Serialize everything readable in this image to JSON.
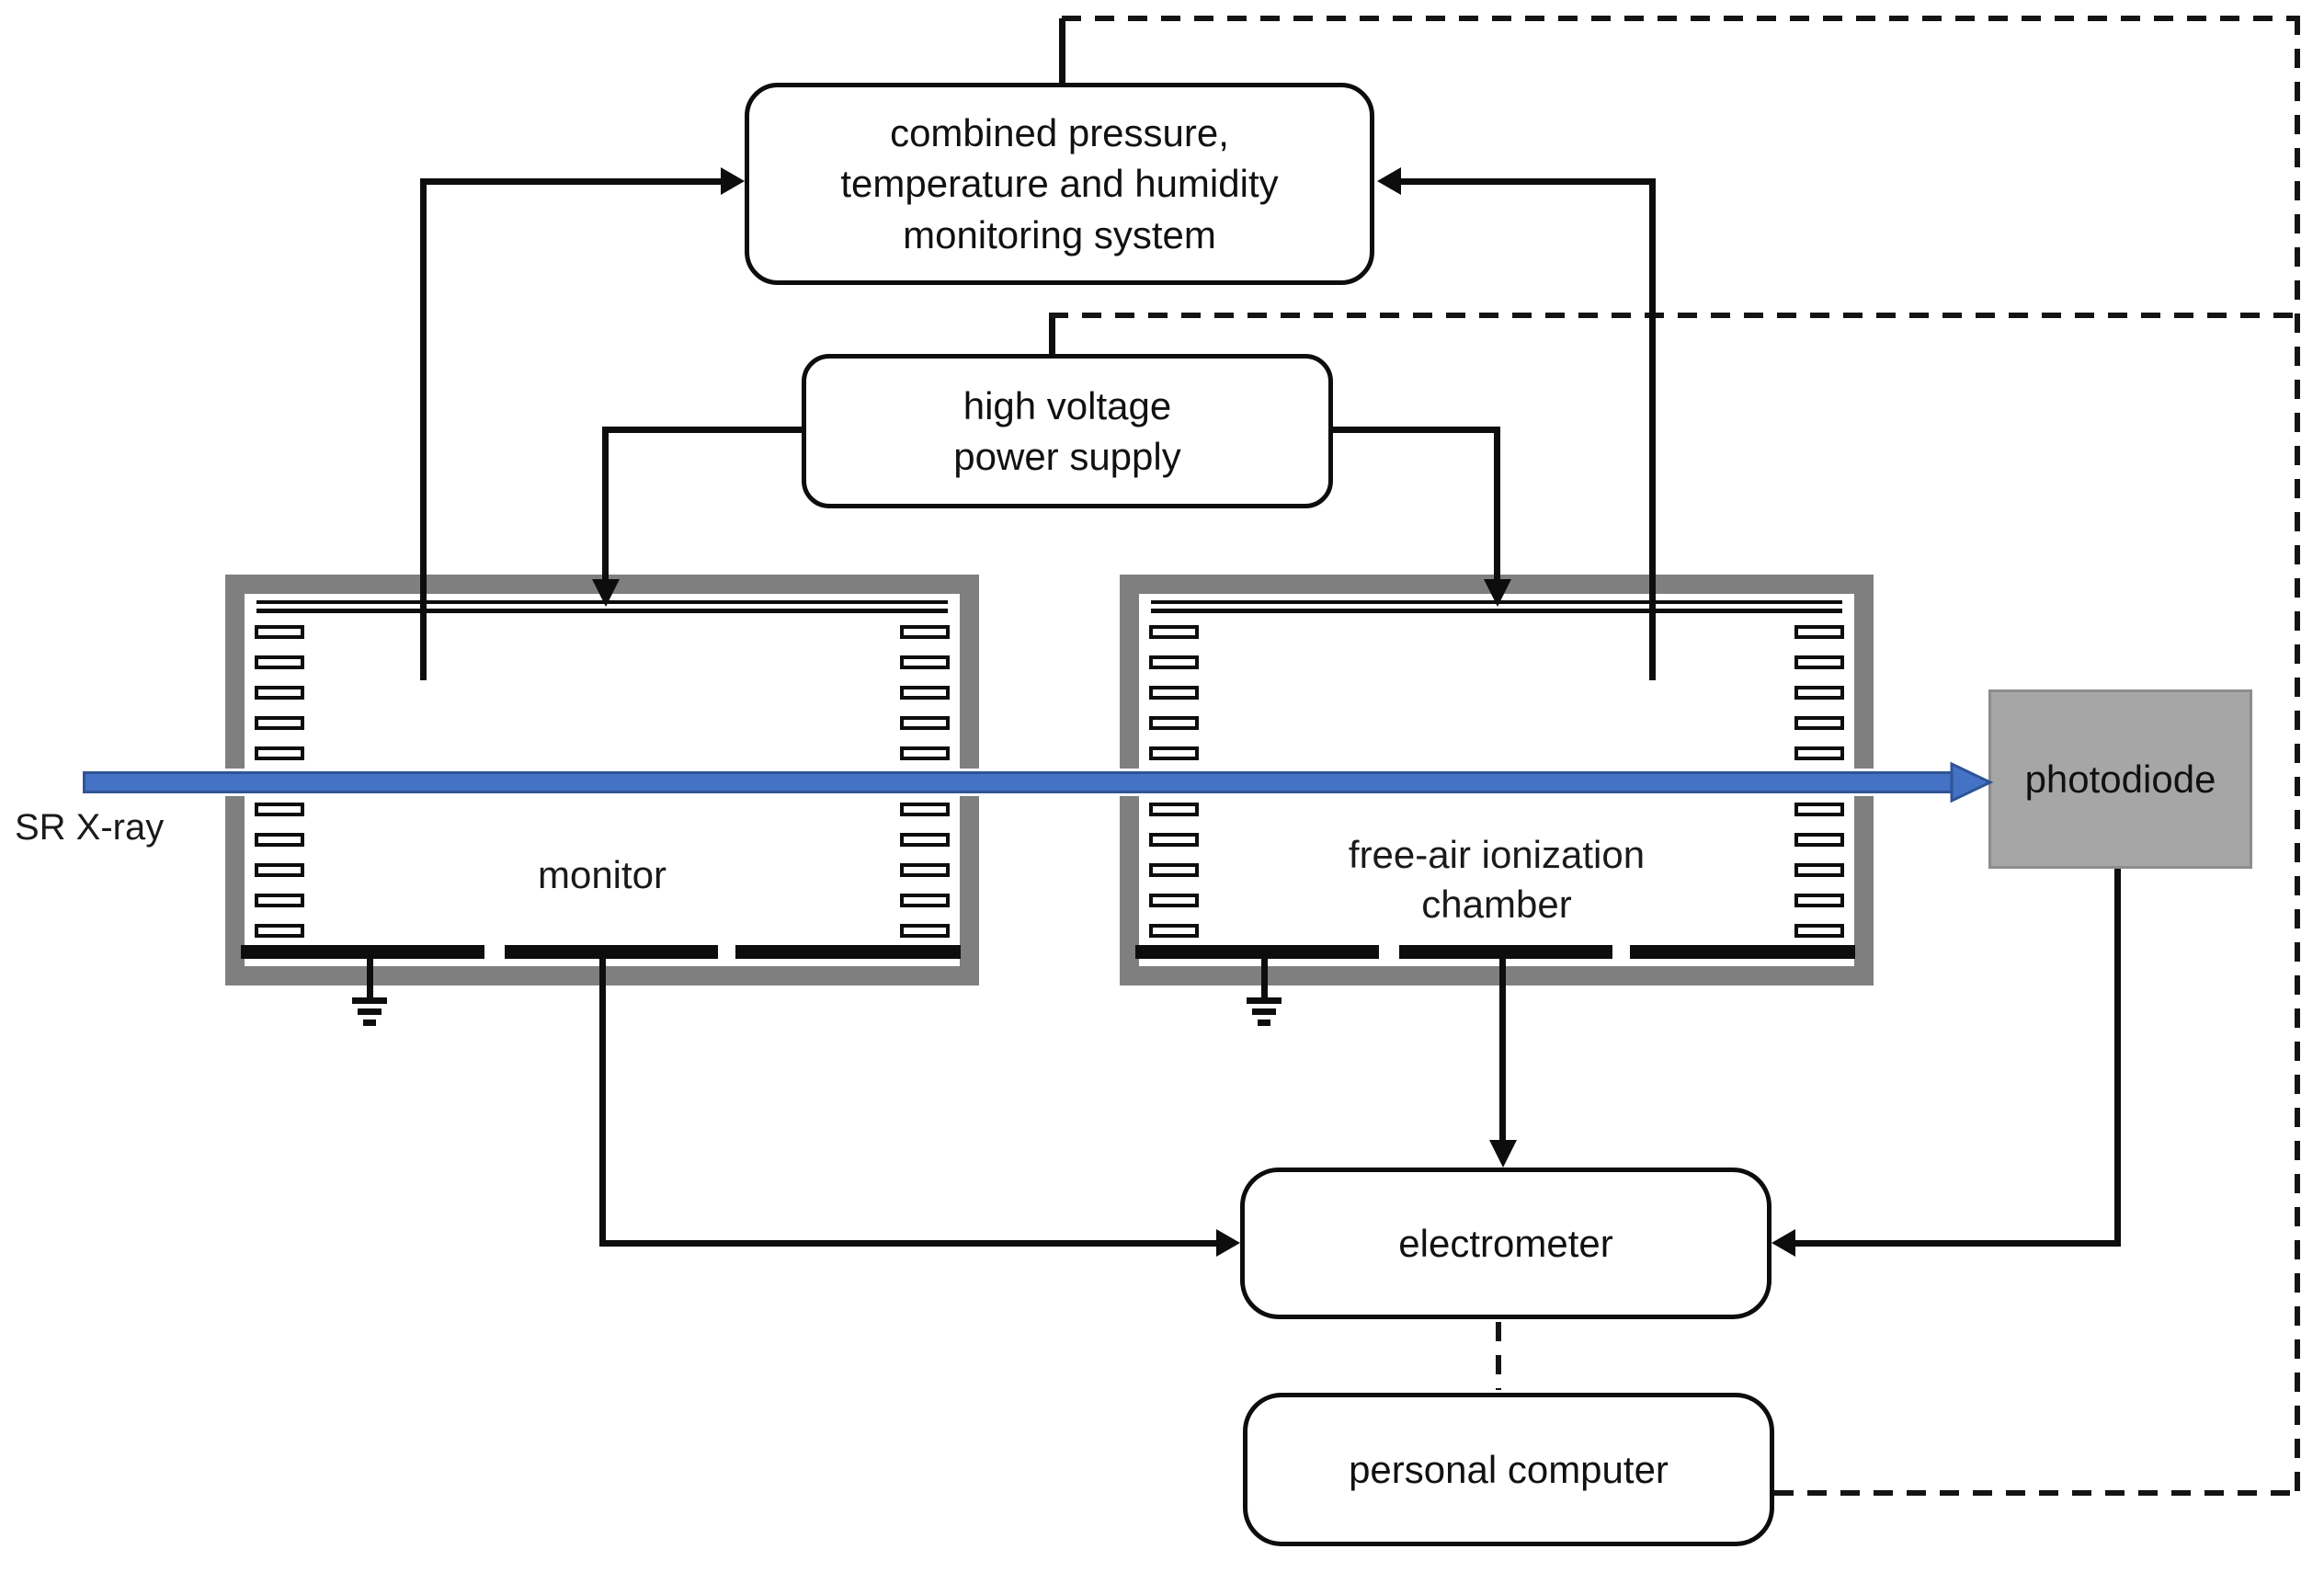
{
  "nodes": {
    "monitoring_system": {
      "label": "combined pressure,\ntemperature and humidity\nmonitoring system"
    },
    "hv_supply": {
      "label": "high voltage\npower supply"
    },
    "monitor_chamber": {
      "label": "monitor"
    },
    "free_air_chamber": {
      "label": "free-air ionization\nchamber"
    },
    "photodiode": {
      "label": "photodiode"
    },
    "electrometer": {
      "label": "electrometer"
    },
    "personal_computer": {
      "label": "personal computer"
    }
  },
  "beam": {
    "label": "SR X-ray"
  },
  "colors": {
    "beam_fill": "#4472c4",
    "beam_edge": "#2f5496",
    "chamber_frame": "#7f7f7f",
    "photodiode_fill": "#a6a6a6",
    "photodiode_edge": "#8c8c8c"
  },
  "chamber_internals": {
    "guard_electrode_rows_above_beam": 5,
    "guard_electrode_rows_below_beam": 5,
    "collector_segments": 3
  },
  "edges": [
    {
      "from": "monitor_chamber_sensor",
      "to": "monitoring_system",
      "style": "solid-arrow"
    },
    {
      "from": "free_air_chamber_sensor",
      "to": "monitoring_system",
      "style": "solid-arrow"
    },
    {
      "from": "hv_supply",
      "to": "monitor_chamber_top_electrode",
      "style": "solid-arrow"
    },
    {
      "from": "hv_supply",
      "to": "free_air_chamber_top_electrode",
      "style": "solid-arrow"
    },
    {
      "from": "monitor_chamber_collector",
      "to": "electrometer",
      "style": "solid-arrow"
    },
    {
      "from": "free_air_chamber_collector",
      "to": "electrometer",
      "style": "solid-arrow"
    },
    {
      "from": "photodiode",
      "to": "electrometer",
      "style": "solid-arrow"
    },
    {
      "from": "electrometer",
      "to": "personal_computer",
      "style": "dashed"
    },
    {
      "from": "monitoring_system",
      "to": "personal_computer",
      "style": "dashed"
    },
    {
      "from": "hv_supply",
      "to": "personal_computer",
      "style": "dashed"
    },
    {
      "from": "sr_xray_beam",
      "to": "photodiode",
      "style": "beam-arrow"
    },
    {
      "from": "monitor_chamber_left_collector",
      "to": "ground",
      "style": "ground"
    },
    {
      "from": "free_air_chamber_left_collector",
      "to": "ground",
      "style": "ground"
    }
  ]
}
